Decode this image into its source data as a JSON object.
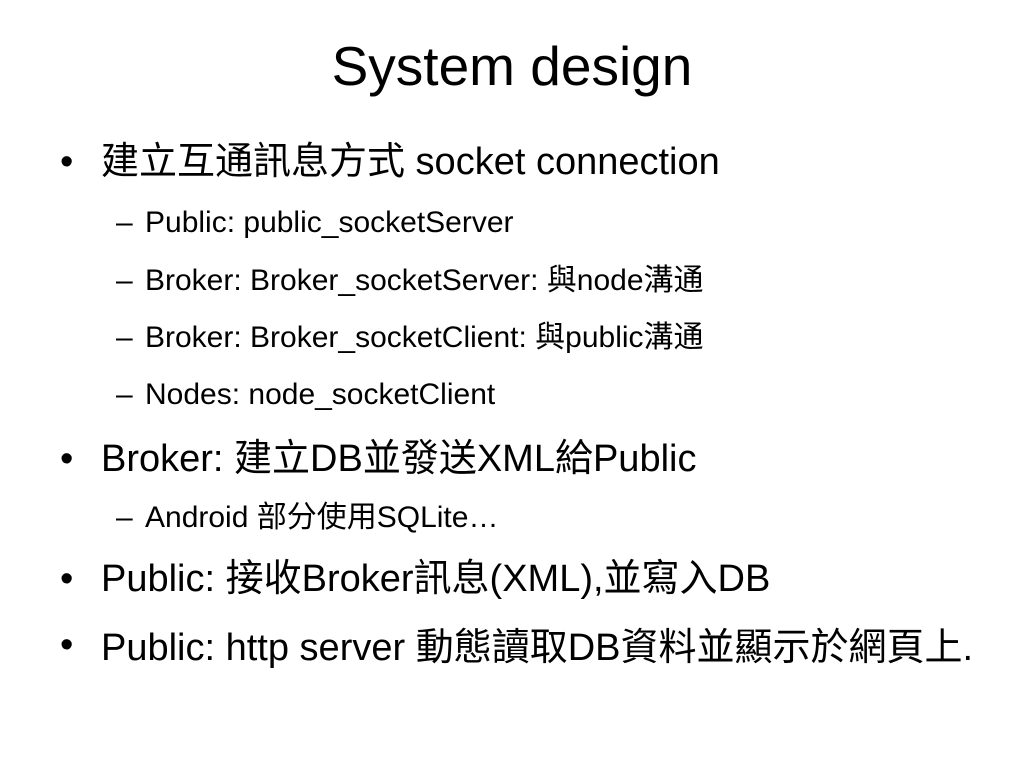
{
  "slide": {
    "title": "System design",
    "bullet_marker": "•",
    "sub_marker": "–",
    "items": [
      {
        "text": "建立互通訊息方式 socket connection",
        "subitems": [
          "Public: public_socketServer",
          "Broker: Broker_socketServer: 與node溝通",
          "Broker: Broker_socketClient: 與public溝通",
          "Nodes: node_socketClient"
        ]
      },
      {
        "text": "Broker: 建立DB並發送XML給Public",
        "subitems": [
          "Android 部分使用SQLite…"
        ]
      },
      {
        "text": "Public: 接收Broker訊息(XML),並寫入DB",
        "subitems": []
      },
      {
        "text": "Public: http server 動態讀取DB資料並顯示於網頁上.",
        "subitems": []
      }
    ]
  }
}
